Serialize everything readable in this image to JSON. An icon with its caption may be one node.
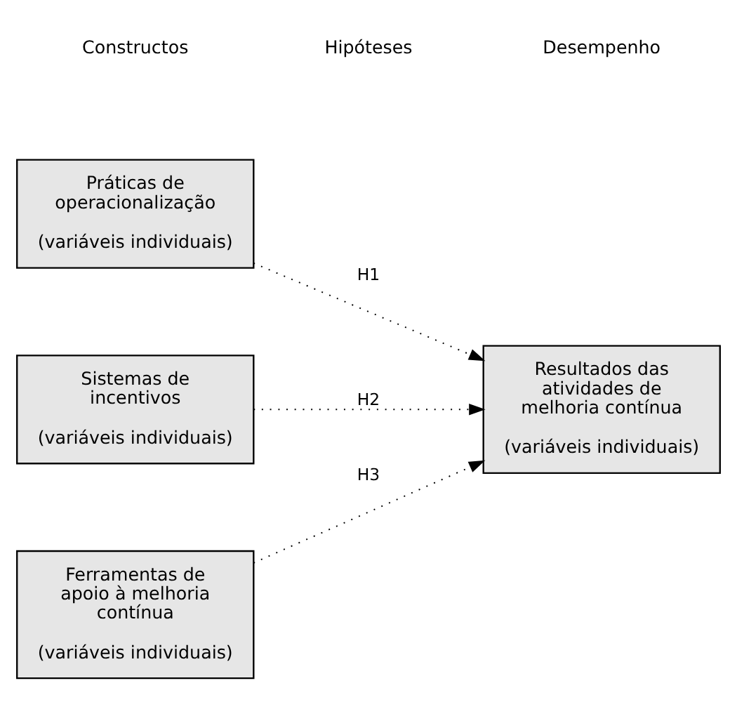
{
  "diagram": {
    "nodes": [
      {
        "text": [
          "Práticas de operacionalização",
          "(variáveis individuais)"
        ]
      },
      {
        "text": [
          "Sistemas de incentivos",
          "(variáveis individuais)"
        ]
      },
      {
        "text": [
          "Resultados das atividades de melhoria contínua",
          "(variáveis individuais)"
        ]
      },
      {
        "text": [
          "Ferramentas de apoio à melhoria contínua",
          "(variáveis individuais)"
        ]
      }
    ],
    "edges": [
      {
        "from": 0,
        "to": 2,
        "arrow": "to",
        "label": "H1",
        "style": "dashed"
      },
      {
        "from": 1,
        "to": 2,
        "arrow": "to",
        "label": "H2",
        "style": "dashed"
      },
      {
        "from": 3,
        "to": 2,
        "arrow": "to",
        "label": "H3",
        "style": "dashed"
      }
    ],
    "labels": [
      "Constructos",
      "Hipóteses",
      "Desempenho"
    ]
  }
}
